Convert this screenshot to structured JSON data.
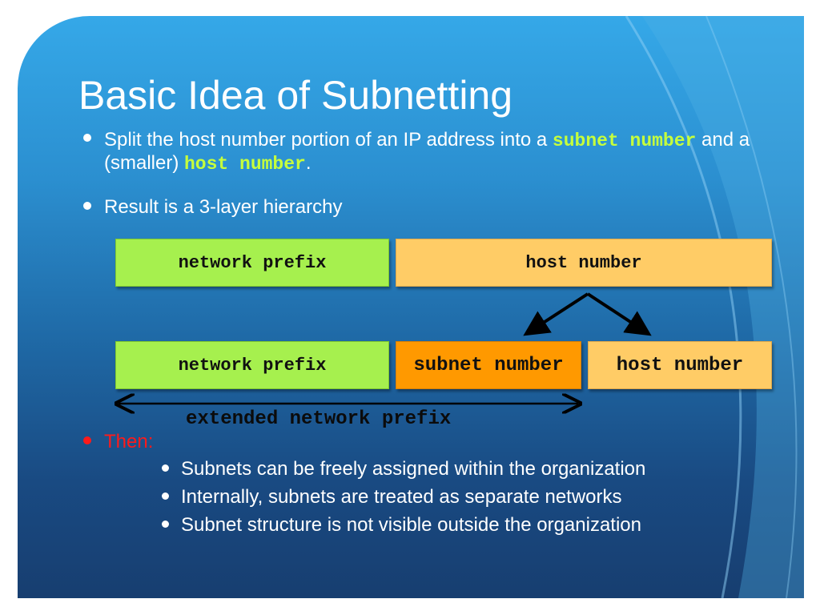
{
  "slide": {
    "title": "Basic Idea of Subnetting",
    "bullets": {
      "b1_text_a": "Split the host number portion of an IP address into a ",
      "b1_mono_a": "subnet number",
      "b1_text_b": " and a (smaller) ",
      "b1_mono_b": "host number",
      "b1_text_c": ".",
      "b2_text": "Result is a 3-layer hierarchy"
    },
    "diagram": {
      "row1": {
        "left": "network prefix",
        "right": "host number"
      },
      "row2": {
        "left": "network prefix",
        "middle": "subnet number",
        "right": "host number"
      },
      "extended_label": "extended network prefix"
    },
    "then_label": "Then:",
    "sub_bullets": [
      "Subnets can be freely assigned within the organization",
      "Internally, subnets are treated as separate networks",
      "Subnet structure is not visible outside the organization"
    ],
    "colors": {
      "green_box": "#a6f04e",
      "tan_box": "#ffcc66",
      "orange_box": "#ff9900",
      "mono_highlight": "#c6ff3c",
      "then_red": "#ff1a1a"
    }
  }
}
